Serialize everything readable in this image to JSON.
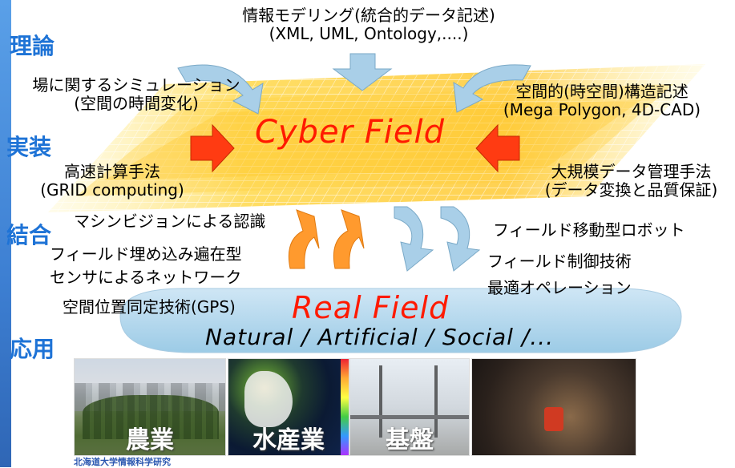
{
  "sidebar_labels": {
    "theory": "理論",
    "implementation": "実装",
    "integration": "結合",
    "application": "応用"
  },
  "top": {
    "line1": "情報モデリング(統合的データ記述)",
    "line2": "(XML, UML, Ontology,....)"
  },
  "left_sim": {
    "line1": "場に関するシミュレーション",
    "line2": "(空間の時間変化)"
  },
  "right_struct": {
    "line1": "空間的(時空間)構造記述",
    "line2": "(Mega Polygon, 4D-CAD)"
  },
  "cyber_field": "Cyber Field",
  "left_impl": {
    "line1": "高速計算手法",
    "line2": "(GRID computing)"
  },
  "right_impl": {
    "line1": "大規模データ管理手法",
    "line2": "(データ変換と品質保証)"
  },
  "left_integration": {
    "item1": "マシンビジョンによる認識",
    "item2a": "フィールド埋め込み遍在型",
    "item2b": "センサによるネットワーク",
    "item3": "空間位置同定技術(GPS)"
  },
  "right_integration": {
    "item1": "フィールド移動型ロボット",
    "item2": "フィールド制御技術",
    "item3": "最適オペレーション"
  },
  "real_field": {
    "title": "Real Field",
    "subtitle": "Natural / Artificial / Social /..."
  },
  "photos": [
    {
      "label": "農業",
      "icon": "city-field-photo"
    },
    {
      "label": "水産業",
      "icon": "satellite-map-photo"
    },
    {
      "label": "基盤",
      "icon": "bridge-construction-photo"
    },
    {
      "label": "",
      "icon": "rescue-scene-photo"
    }
  ],
  "footer": "北海道大学情報科学研究",
  "colors": {
    "accent_blue": "#1e73d6",
    "title_red": "#ff1a00",
    "orange_arrow": "#ff9a2e",
    "blue_arrow": "#a9cfe8"
  }
}
